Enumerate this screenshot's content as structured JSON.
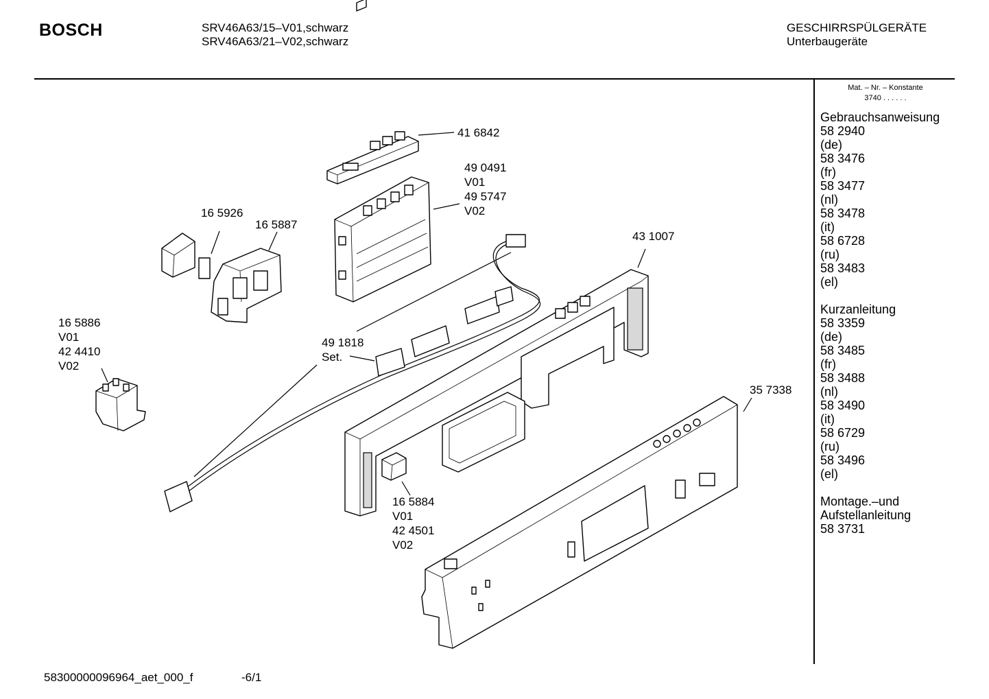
{
  "header": {
    "brand": "BOSCH",
    "model_line_1": "SRV46A63/15–V01,schwarz",
    "model_line_2": "SRV46A63/21–V02,schwarz",
    "category": "GESCHIRRSPÜLGERÄTE",
    "subcategory": "Unterbaugeräte"
  },
  "sidebar": {
    "const_label": "Mat. – Nr. – Konstante",
    "const_value": "3740  .  .   .  .  .  .",
    "lines": [
      "Gebrauchsanweisung",
      "58 2940",
      "(de)",
      "58 3476",
      "(fr)",
      "58 3477",
      "(nl)",
      "58 3478",
      "(it)",
      "58 6728",
      "(ru)",
      "58 3483",
      "(el)",
      "",
      "Kurzanleitung",
      "58 3359",
      "(de)",
      "58 3485",
      "(fr)",
      "58 3488",
      "(nl)",
      "58 3490",
      "(it)",
      "58 6729",
      "(ru)",
      "58 3496",
      "(el)",
      "",
      "Montage.–und",
      "Aufstellanleitung",
      "58 3731"
    ]
  },
  "parts": {
    "p416842": "41 6842",
    "p490491": [
      "49 0491",
      "V01",
      "49 5747",
      "V02"
    ],
    "p165926": "16 5926",
    "p165887": "16 5887",
    "p431007": "43 1007",
    "p165886": [
      "16 5886",
      "V01",
      "42 4410",
      "V02"
    ],
    "p491818": [
      "49 1818",
      "Set."
    ],
    "p357338": "35 7338",
    "p165884": [
      "16 5884",
      "V01",
      "42 4501",
      "V02"
    ]
  },
  "footer": {
    "doc_id": "58300000096964_aet_000_f",
    "page": "-6/1"
  }
}
